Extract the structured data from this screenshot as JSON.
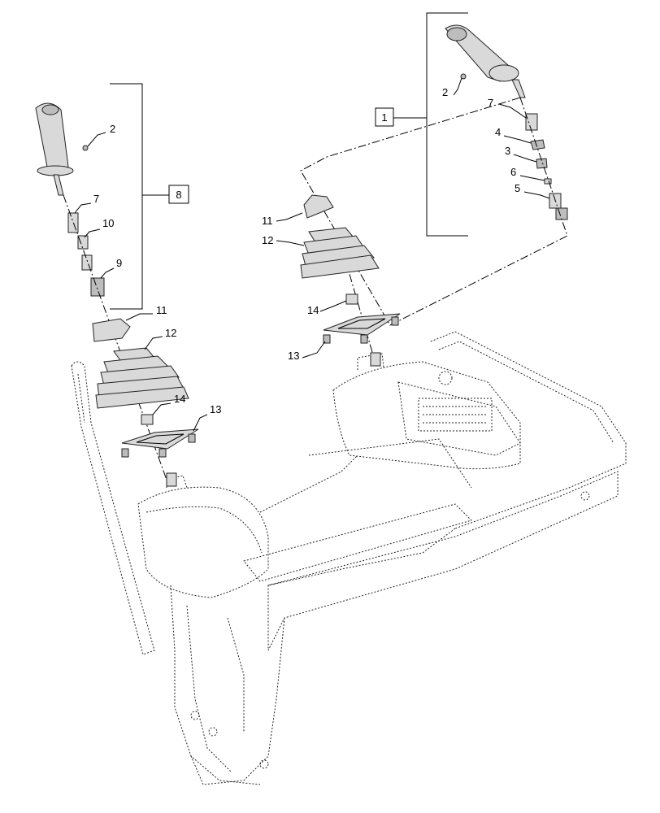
{
  "callouts": [
    {
      "id": "left-knob",
      "text": "2"
    },
    {
      "id": "left-adapter-a",
      "text": "7"
    },
    {
      "id": "left-adapter-b",
      "text": "10"
    },
    {
      "id": "left-connector",
      "text": "9"
    },
    {
      "id": "left-cover",
      "text": "11"
    },
    {
      "id": "left-boot",
      "text": "12"
    },
    {
      "id": "left-nut",
      "text": "14"
    },
    {
      "id": "left-plate",
      "text": "13"
    },
    {
      "id": "right-knob",
      "text": "2"
    },
    {
      "id": "right-adapter",
      "text": "7"
    },
    {
      "id": "right-nut4",
      "text": "4"
    },
    {
      "id": "right-nut3",
      "text": "3"
    },
    {
      "id": "right-washer6",
      "text": "6"
    },
    {
      "id": "right-sleeve5",
      "text": "5"
    },
    {
      "id": "right-cover",
      "text": "11"
    },
    {
      "id": "right-boot",
      "text": "12"
    },
    {
      "id": "right-nut",
      "text": "14"
    },
    {
      "id": "right-plate",
      "text": "13"
    }
  ],
  "assemblies": [
    {
      "id": "left-assembly",
      "text": "8"
    },
    {
      "id": "right-assembly",
      "text": "1"
    }
  ],
  "colors": {
    "line": "#000000",
    "part_fill": "#d9d9d9",
    "part_dark": "#bdbdbd"
  }
}
